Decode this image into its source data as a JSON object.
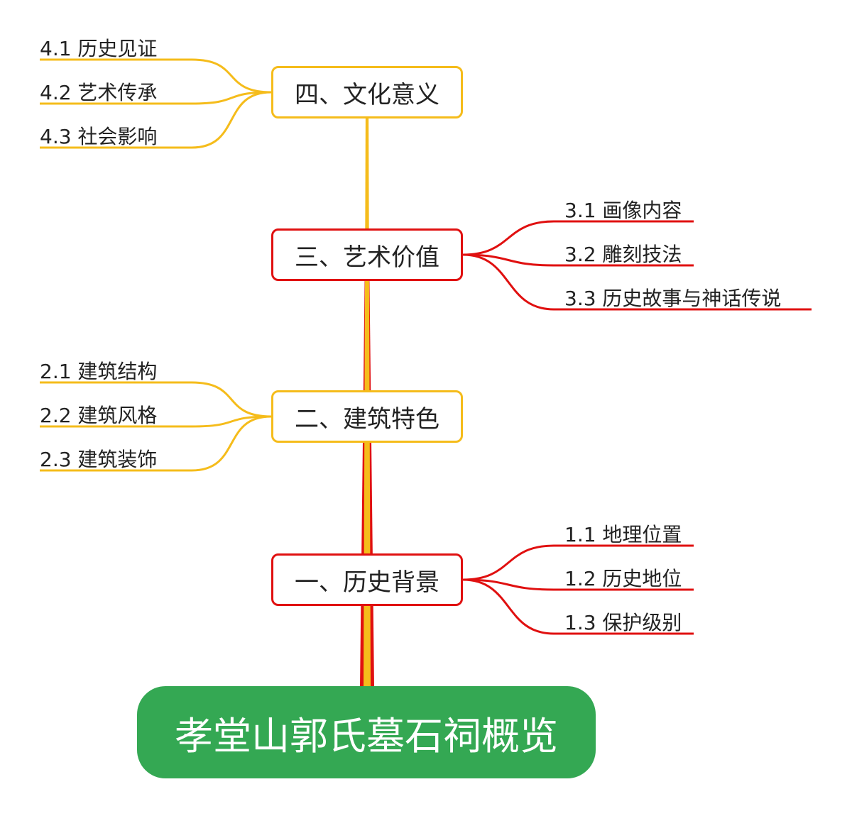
{
  "root": {
    "title": "孝堂山郭氏墓石祠概览"
  },
  "branches": [
    {
      "title": "一、历史背景",
      "items": [
        "1.1 地理位置",
        "1.2 历史地位",
        "1.3 保护级别"
      ]
    },
    {
      "title": "二、建筑特色",
      "items": [
        "2.1 建筑结构",
        "2.2 建筑风格",
        "2.3 建筑装饰"
      ]
    },
    {
      "title": "三、艺术价值",
      "items": [
        "3.1 画像内容",
        "3.2 雕刻技法",
        "3.3 历史故事与神话传说"
      ]
    },
    {
      "title": "四、文化意义",
      "items": [
        "4.1 历史见证",
        "4.2 艺术传承",
        "4.3 社会影响"
      ]
    }
  ],
  "colors": {
    "red": "#e01010",
    "yellow": "#f5bc1b",
    "green": "#34a853",
    "text": "#222222"
  }
}
